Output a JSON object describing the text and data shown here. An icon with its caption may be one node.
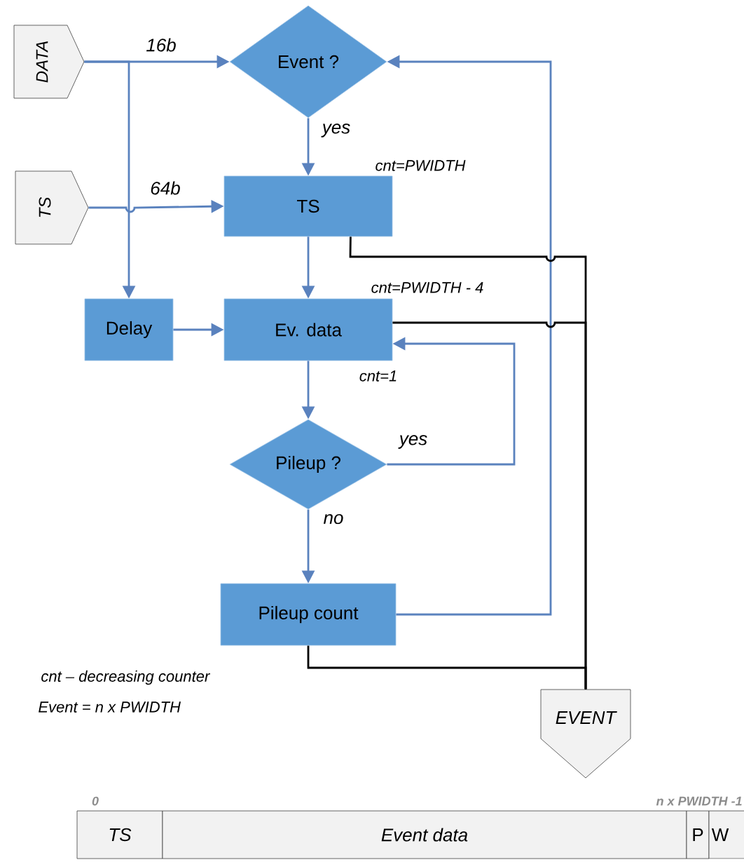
{
  "diagram": {
    "nodes": [
      {
        "text": [
          "DATA"
        ]
      },
      {
        "text": [
          "TS"
        ]
      },
      {
        "text": [
          "Event ?"
        ]
      },
      {
        "text": [
          "TS"
        ],
        "beside": [
          "cnt=PWIDTH"
        ]
      },
      {
        "text": [
          "Delay"
        ]
      },
      {
        "text": [
          "Ev. data"
        ],
        "beside": [
          "cnt=PWIDTH - 4",
          "cnt=1"
        ]
      },
      {
        "text": [
          "Pileup ?"
        ]
      },
      {
        "text": [
          "Pileup count"
        ]
      },
      {
        "text": [
          "EVENT"
        ]
      }
    ],
    "edges": [
      {
        "from": 0,
        "to": 2,
        "arrow": "to",
        "label": "16b"
      },
      {
        "from": 0,
        "to": 4,
        "arrow": "to"
      },
      {
        "from": 1,
        "to": 3,
        "arrow": "to",
        "label": "64b"
      },
      {
        "from": 2,
        "to": 3,
        "arrow": "to",
        "label": "yes"
      },
      {
        "from": 3,
        "to": 5,
        "arrow": "to"
      },
      {
        "from": 4,
        "to": 5,
        "arrow": "to"
      },
      {
        "from": 5,
        "to": 6,
        "arrow": "to"
      },
      {
        "from": 6,
        "to": 5,
        "arrow": "to",
        "label": "yes"
      },
      {
        "from": 6,
        "to": 7,
        "arrow": "to",
        "label": "no"
      },
      {
        "from": 7,
        "to": 2,
        "arrow": "to"
      },
      {
        "from": 3,
        "to": 8,
        "arrow": "none",
        "color": "#000000"
      },
      {
        "from": 5,
        "to": 8,
        "arrow": "none",
        "color": "#000000"
      },
      {
        "from": 7,
        "to": 8,
        "arrow": "none",
        "color": "#000000"
      }
    ],
    "labels": [
      "cnt – decreasing counter",
      "Event = n x PWIDTH",
      "0",
      "n x PWIDTH -1",
      "TS",
      "Event data",
      "P",
      "W"
    ]
  }
}
